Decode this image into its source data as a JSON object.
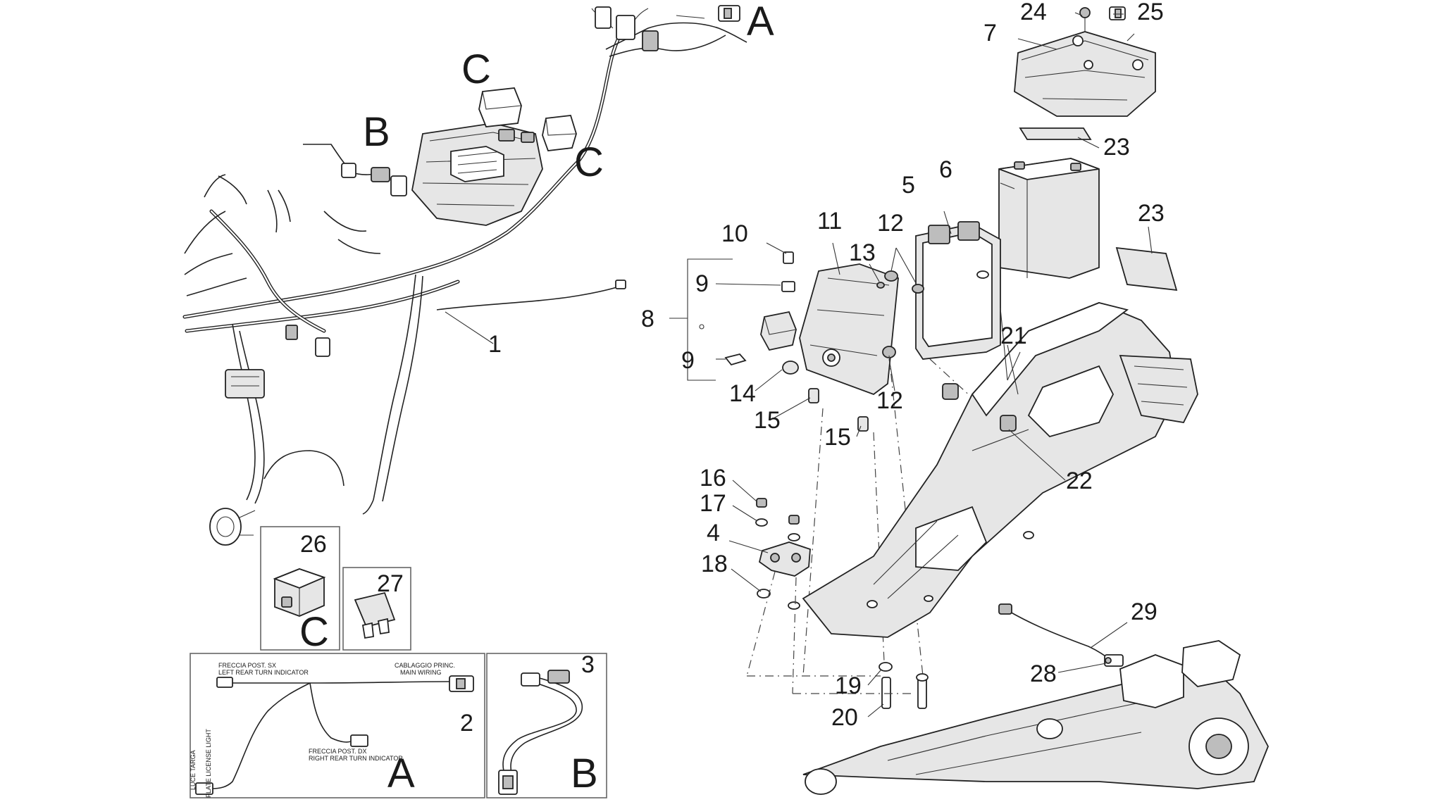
{
  "callouts": {
    "c1": "1",
    "c2": "2",
    "c3": "3",
    "c4": "4",
    "c5": "5",
    "c6": "6",
    "c7": "7",
    "c8": "8",
    "c9a": "9",
    "c9b": "9",
    "c10": "10",
    "c11": "11",
    "c12a": "12",
    "c12b": "12",
    "c13": "13",
    "c14": "14",
    "c15a": "15",
    "c15b": "15",
    "c16": "16",
    "c17": "17",
    "c18": "18",
    "c19": "19",
    "c20": "20",
    "c21": "21",
    "c22": "22",
    "c23a": "23",
    "c23b": "23",
    "c24": "24",
    "c25": "25",
    "c26": "26",
    "c27": "27",
    "c28": "28",
    "c29": "29"
  },
  "connector_letters": {
    "harness_a": "A",
    "harness_b": "B",
    "harness_c1": "C",
    "harness_c2": "C",
    "box26_c": "C",
    "box2_a": "A",
    "box3_b": "B"
  },
  "inset_wiring_labels": {
    "freccia_sx": "FRECCIA POST. SX",
    "freccia_sx_en": "LEFT REAR TURN INDICATOR",
    "cablaggio": "CABLAGGIO PRINC.",
    "cablaggio_en": "MAIN WIRING",
    "luce_targa": "LUCE TARGA",
    "luce_targa_en": "PLATE LICENSE LIGHT",
    "freccia_dx": "FRECCIA POST. DX",
    "freccia_dx_en": "RIGHT REAR TURN INDICATOR"
  },
  "colors": {
    "line": "#222222",
    "box_border": "#666666",
    "background": "#ffffff"
  }
}
